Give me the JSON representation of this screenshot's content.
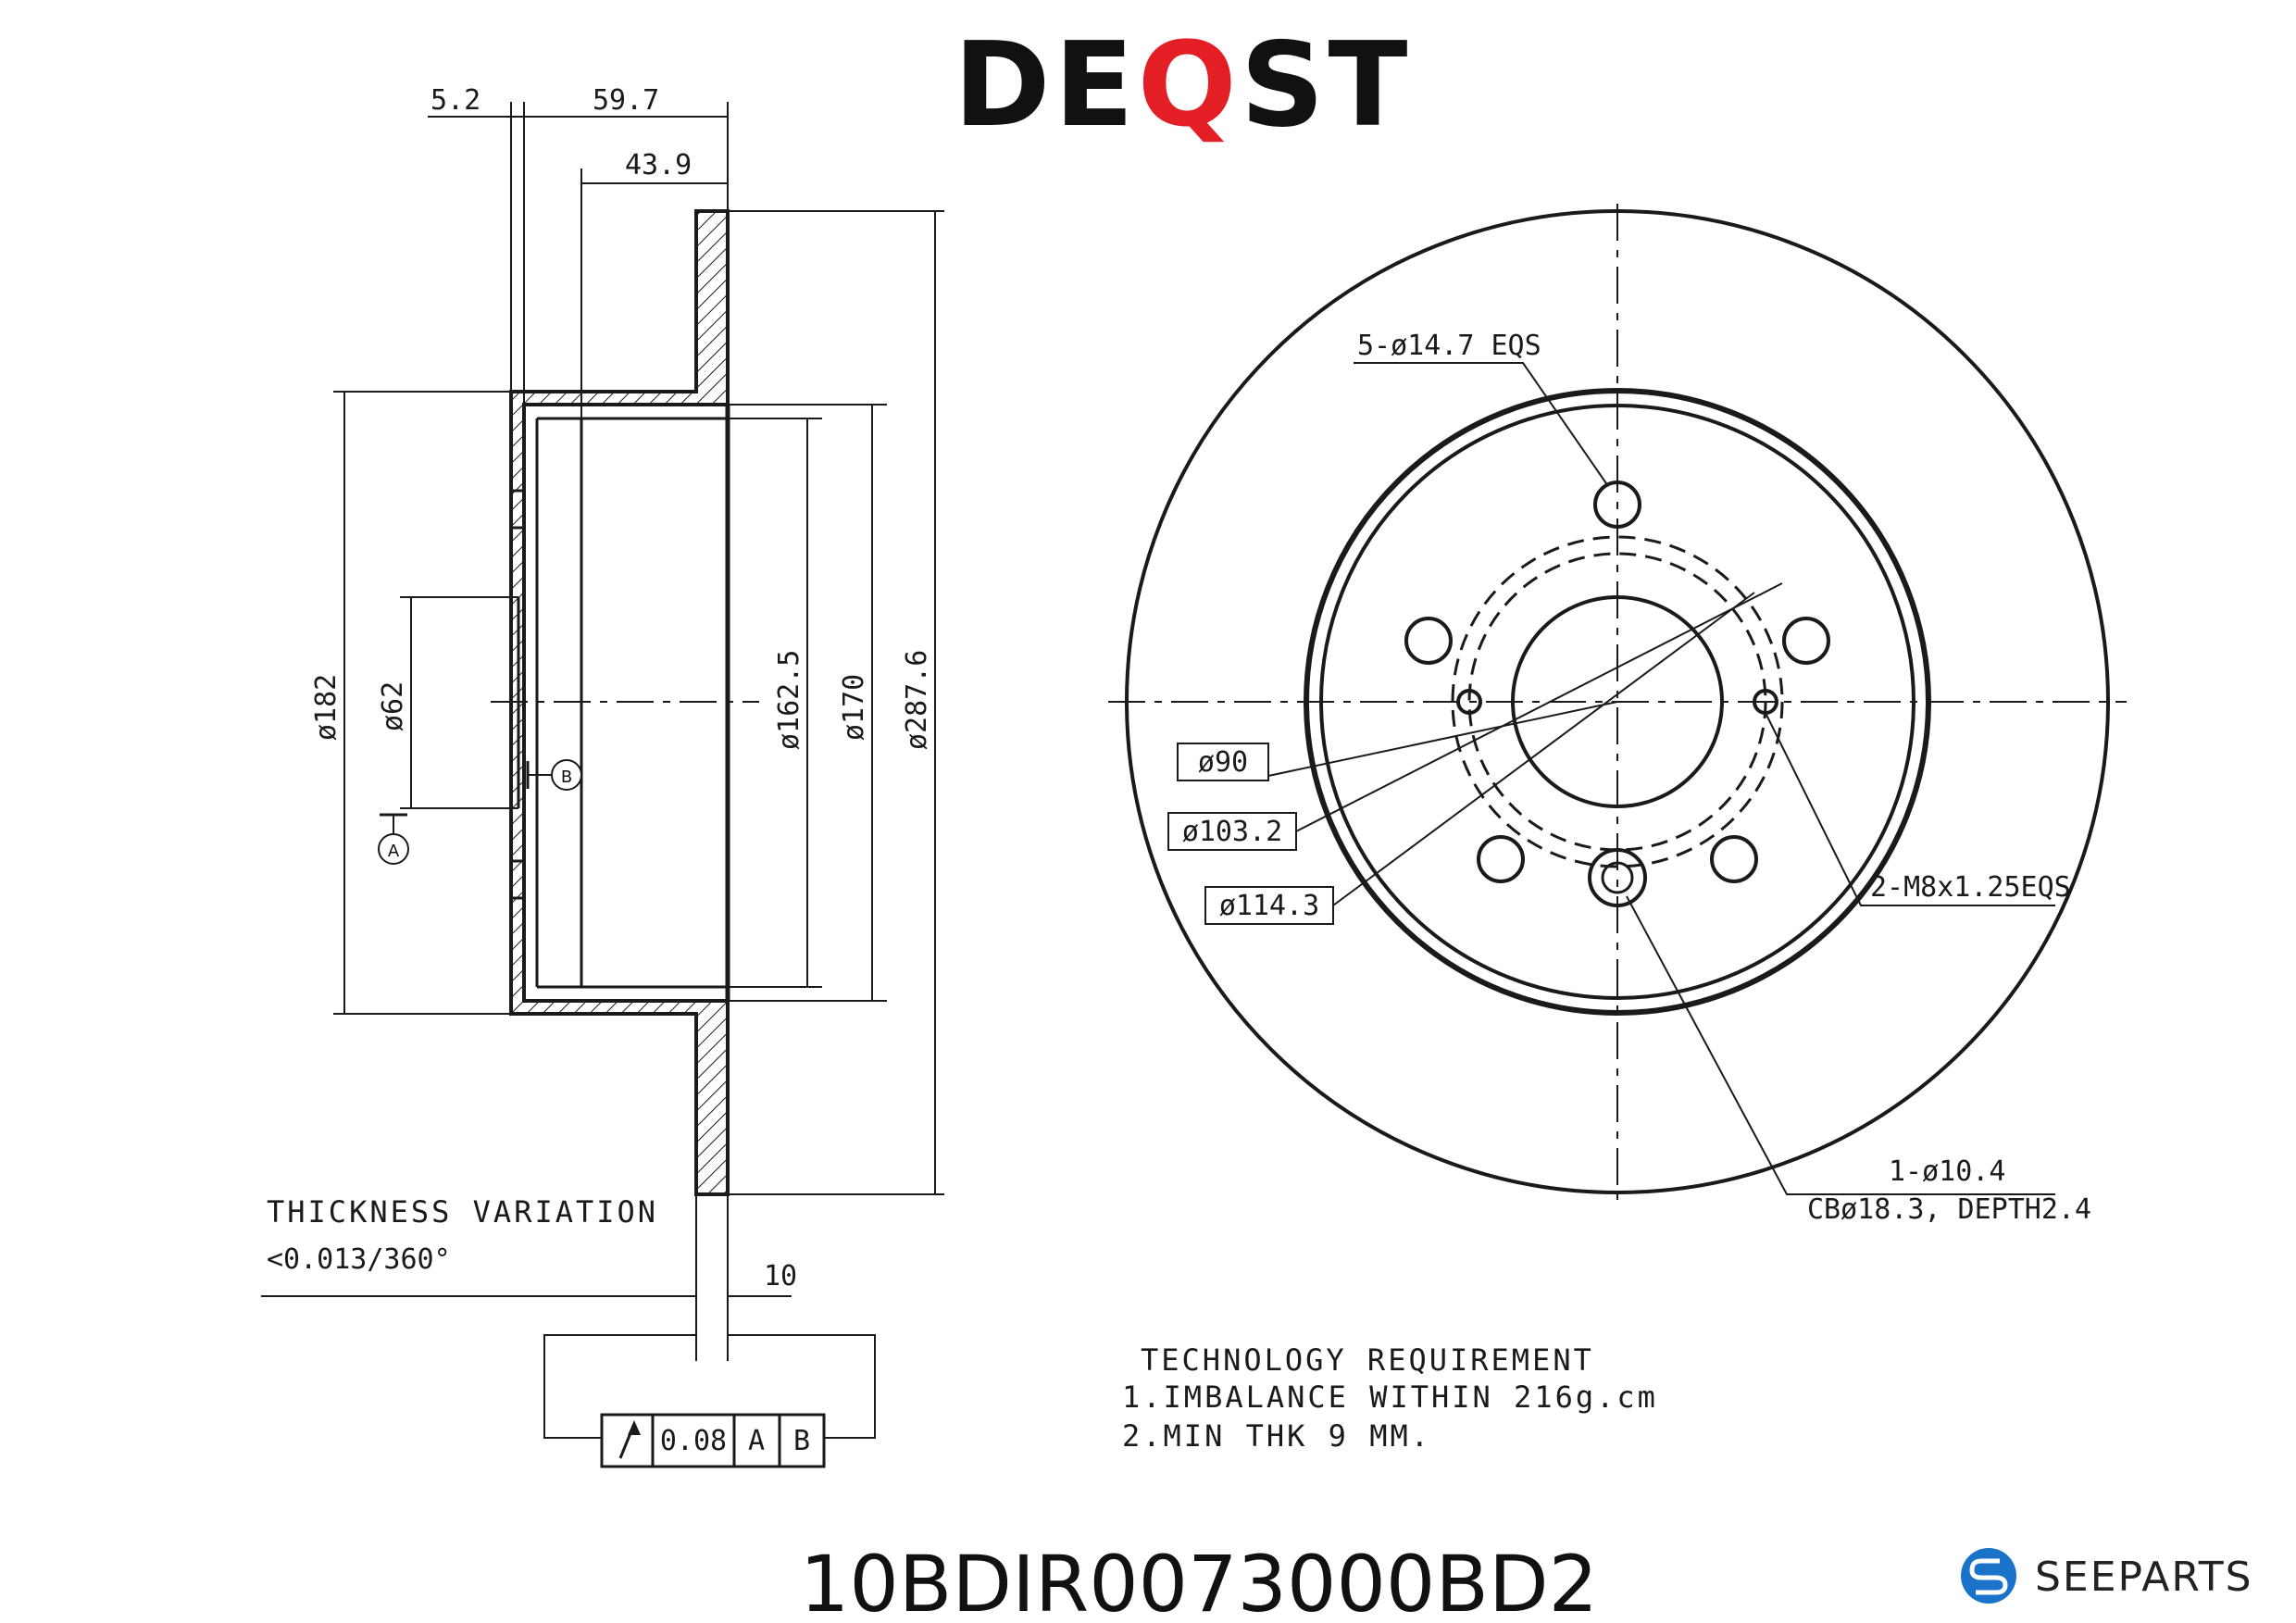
{
  "brand": {
    "name_start": "DE",
    "name_q": "Q",
    "name_end": "ST",
    "q_color": "#e31e24"
  },
  "part_number": "10BDIR0073000BD2",
  "footer_logo": {
    "text": "SEEPARTS",
    "color": "#1a73c9"
  },
  "side_view": {
    "dims": {
      "offset": "5.2",
      "hat_depth": "59.7",
      "inner_depth": "43.9",
      "d182": "ø182",
      "d62": "ø62",
      "d162": "ø162.5",
      "d170": "ø170",
      "d287": "ø287.6",
      "thickness": "10"
    },
    "datum_a": "A",
    "datum_b": "B",
    "thickness_variation_title": "THICKNESS VARIATION",
    "thickness_variation_value": "<0.013/360°",
    "runout_frame": {
      "value": "0.08",
      "datum1": "A",
      "datum2": "B"
    }
  },
  "front_view": {
    "bolt_holes": "5-ø14.7 EQS",
    "d90": "ø90",
    "d103": "ø103.2",
    "d114": "ø114.3",
    "threads": "2-M8x1.25EQS",
    "pilot_line1": "1-ø10.4",
    "pilot_line2": "CBø18.3, DEPTH2.4"
  },
  "tech": {
    "title": "TECHNOLOGY REQUIREMENT",
    "line1": "1.IMBALANCE WITHIN 216g.cm",
    "line2": "2.MIN THK 9 MM."
  }
}
